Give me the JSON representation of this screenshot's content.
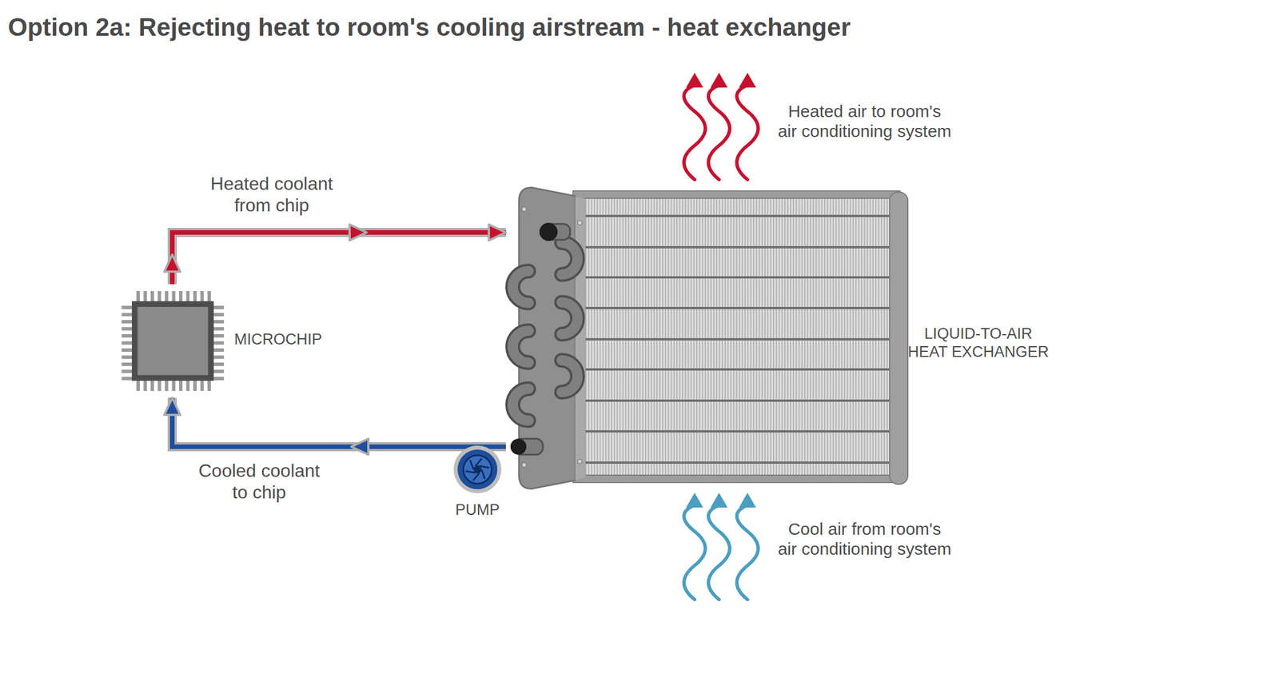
{
  "diagram": {
    "title": "Option 2a: Rejecting heat to room's cooling airstream - heat exchanger",
    "nodes": [
      {
        "text": [
          "MICROCHIP"
        ]
      },
      {
        "text": [
          "LIQUID-TO-AIR HEAT EXCHANGER"
        ]
      },
      {
        "text": [
          "PUMP"
        ]
      }
    ],
    "edges": [
      {
        "from": 0,
        "to": 1,
        "arrow": "to",
        "label": "Heated coolant from chip"
      },
      {
        "from": 1,
        "to": 0,
        "arrow": "to",
        "label": "Cooled coolant to chip"
      }
    ],
    "labels": [
      "Heated air to room's air conditioning system",
      "Cool air from room's air conditioning system"
    ]
  }
}
